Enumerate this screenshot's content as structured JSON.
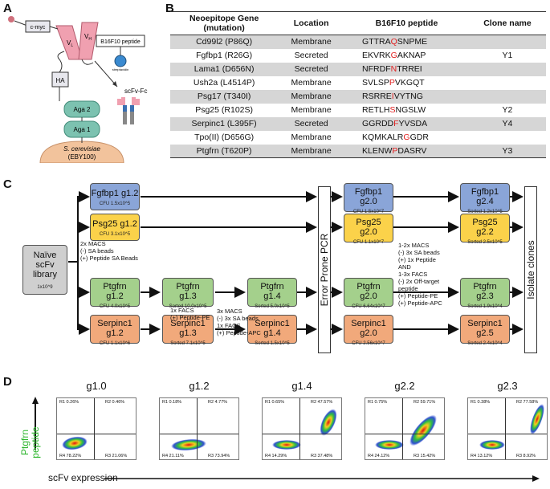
{
  "panels": {
    "a": "A",
    "b": "B",
    "c": "C",
    "d": "D"
  },
  "panel_a": {
    "cmyc": "c-myc",
    "vl": "V",
    "vl_sub": "L",
    "vh": "V",
    "vh_sub": "H",
    "peptide": "B16F10 peptide",
    "streptavidin": "streptavidin",
    "ha": "HA",
    "aga2": "Aga 2",
    "aga1": "Aga 1",
    "yeast_line1": "S. cerevisiae",
    "yeast_line2": "(EBY100)",
    "scfv_fc": "scFv-Fc"
  },
  "table": {
    "headers": [
      "Neoepitope Gene\n(mutation)",
      "Location",
      "B16F10 peptide",
      "Clone name"
    ],
    "rows": [
      {
        "gene": "Cd99l2 (P86Q)",
        "location": "Membrane",
        "pre": "GTTRA",
        "mut": "Q",
        "post": "SNPME",
        "clone": ""
      },
      {
        "gene": "Fgfbp1 (R26G)",
        "location": "Secreted",
        "pre": "EKVRK",
        "mut": "G",
        "post": "AKNAP",
        "clone": "Y1"
      },
      {
        "gene": "Lama1 (D656N)",
        "location": "Secreted",
        "pre": "NFRDF",
        "mut": "N",
        "post": "TRREI",
        "clone": ""
      },
      {
        "gene": "Ush2a (L4514P)",
        "location": "Membrane",
        "pre": "SVLSP",
        "mut": "P",
        "post": "VKGQT",
        "clone": ""
      },
      {
        "gene": "Psg17 (T340I)",
        "location": "Membrane",
        "pre": "RSRRE",
        "mut": "I",
        "post": "VYTNG",
        "clone": ""
      },
      {
        "gene": "Psg25 (R102S)",
        "location": "Membrane",
        "pre": "RETLH",
        "mut": "S",
        "post": "NGSLW",
        "clone": "Y2"
      },
      {
        "gene": "Serpinc1 (L395F)",
        "location": "Secreted",
        "pre": "GGRDD",
        "mut": "F",
        "post": "YVSDA",
        "clone": "Y4"
      },
      {
        "gene": "Tpo(II) (D656G)",
        "location": "Membrane",
        "pre": "KQMKALR",
        "mut": "G",
        "post": "GDR",
        "clone": ""
      },
      {
        "gene": "Ptgfrn (T620P)",
        "location": "Membrane",
        "pre": "KLENW",
        "mut": "P",
        "post": "DASRV",
        "clone": "Y3"
      }
    ]
  },
  "panel_c": {
    "library": {
      "l1": "Naïve",
      "l2": "scFv",
      "l3": "library",
      "sub": "1x10^9"
    },
    "boxes": {
      "fgfbp1_g12": {
        "title": "Fgfbp1 g1.2",
        "sub": "CFU 1.5x10^5"
      },
      "psg25_g12": {
        "title": "Psg25 g1.2",
        "sub": "CFU 3.1x10^5"
      },
      "ptgfrn_g12": {
        "t1": "Ptgfrn",
        "t2": "g1.2",
        "sub": "CFU 4.0x10^5"
      },
      "serpinc1_g12": {
        "t1": "Serpinc1",
        "t2": "g1.2",
        "sub": "CFU 1.1x10^6"
      },
      "ptgfrn_g13": {
        "t1": "Ptgfrn",
        "t2": "g1.3",
        "sub": "Sorted 10.0x10^5"
      },
      "serpinc1_g13": {
        "t1": "Serpinc1",
        "t2": "g1.3",
        "sub": "Sorted 7.1x10^5"
      },
      "ptgfrn_g14": {
        "t1": "Ptgfrn",
        "t2": "g1.4",
        "sub": "Sorted 5.0x10^5"
      },
      "serpinc1_g14": {
        "t1": "Serpinc1",
        "t2": "g1.4",
        "sub": "Sorted 1.5x10^5"
      },
      "fgfbp1_g20": {
        "t1": "Fgfbp1",
        "t2": "g2.0",
        "sub": "CFU 1.5x10^7"
      },
      "psg25_g20": {
        "t1": "Psg25",
        "t2": "g2.0",
        "sub": "CFU 1.1x10^7"
      },
      "ptgfrn_g20": {
        "t1": "Ptgfrn",
        "t2": "g2.0",
        "sub": "CFU 6.64x10^7"
      },
      "serpinc1_g20": {
        "t1": "Serpinc1",
        "t2": "g2.0",
        "sub": "CFU 2.56x10^7"
      },
      "fgfbp1_g24": {
        "t1": "Fgfbp1",
        "t2": "g2.4",
        "sub": "Sorted 1.2x10^5"
      },
      "psg25_g22": {
        "t1": "Psg25",
        "t2": "g2.2",
        "sub": "Sorted 2.5x10^5"
      },
      "ptgfrn_g23": {
        "t1": "Ptgfrn",
        "t2": "g2.3",
        "sub": "Sorted 1.9x10^4"
      },
      "serpinc1_g25": {
        "t1": "Serpinc1",
        "t2": "g2.5",
        "sub": "Sorted 2.4x10^4"
      }
    },
    "epcr": "Error Prone PCR",
    "isolate": "Isolate clones",
    "note_macs": "2x MACS\n(-) SA beads\n(+) Peptide SA Beads",
    "note_facs1": "1x FACS\n(+) Peptide-PE",
    "note_macs2": "3x MACS\n(-) 3x SA beads\n1x FACS\n(+) Peptide-APC",
    "note_round2": "1-2x MACS\n(-) 3x SA beads\n(+) 1x Peptide\nAND\n1-3x FACS\n(-) 2x Off-target\npeptide\n(+) Peptide-PE\n(+) Peptide-APC"
  },
  "panel_d": {
    "ylabel_1": "Ptgfrn",
    "ylabel_2": "peptide",
    "xlabel": "scFv expression",
    "plots": [
      {
        "title": "g1.0",
        "r1": "R1 0.26%",
        "r2": "R2 0.46%",
        "r3": "R3 21.06%",
        "r4": "R4 78.22%"
      },
      {
        "title": "g1.2",
        "r1": "R1 0.18%",
        "r2": "R2 4.77%",
        "r3": "R3 73.94%",
        "r4": "R4 21.11%"
      },
      {
        "title": "g1.4",
        "r1": "R1 0.65%",
        "r2": "R2 47.57%",
        "r3": "R3 37.48%",
        "r4": "R4 14.29%"
      },
      {
        "title": "g2.2",
        "r1": "R1 0.75%",
        "r2": "R2 59.71%",
        "r3": "R3 15.42%",
        "r4": "R4 24.12%"
      },
      {
        "title": "g2.3",
        "r1": "R1 0.38%",
        "r2": "R2 77.58%",
        "r3": "R3 8.92%",
        "r4": "R4 13.12%"
      }
    ]
  },
  "colors": {
    "blue": "#8aa5d8",
    "yellow": "#fbd24a",
    "green": "#a4d08c",
    "orange": "#f1a97b",
    "mutation": "#e02020",
    "facs_y_label": "#2bb52b"
  }
}
